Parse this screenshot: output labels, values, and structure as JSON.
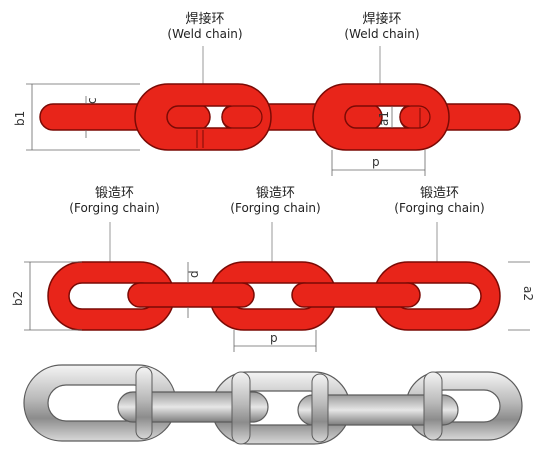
{
  "labels": {
    "weld": [
      {
        "cn": "焊接环",
        "en": "(Weld chain)"
      },
      {
        "cn": "焊接环",
        "en": "(Weld chain)"
      }
    ],
    "forging": [
      {
        "cn": "锻造环",
        "en": "(Forging chain)"
      },
      {
        "cn": "锻造环",
        "en": "(Forging chain)"
      },
      {
        "cn": "锻造环",
        "en": "(Forging chain)"
      }
    ]
  },
  "dimensions": {
    "weld": {
      "b": "b1",
      "c": "c",
      "a": "a1",
      "p": "p"
    },
    "forging": {
      "b": "b2",
      "d": "d",
      "a": "a2",
      "p": "p"
    }
  },
  "colors": {
    "link_fill": "#e8251a",
    "link_stroke": "#7a0a05",
    "photo_metal": "#c8c8c8",
    "leader": "#999999"
  }
}
